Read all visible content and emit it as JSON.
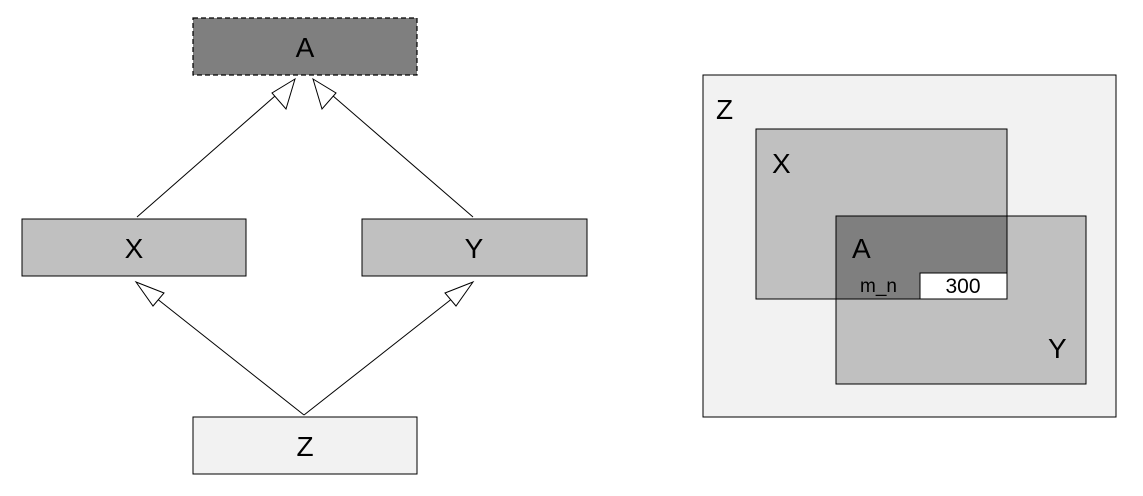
{
  "inheritance_diagram": {
    "classes": [
      {
        "id": "A",
        "label": "A",
        "fill": "#7f7f7f",
        "border": "dashed"
      },
      {
        "id": "X",
        "label": "X",
        "fill": "#c0c0c0",
        "border": "solid"
      },
      {
        "id": "Y",
        "label": "Y",
        "fill": "#c0c0c0",
        "border": "solid"
      },
      {
        "id": "Z",
        "label": "Z",
        "fill": "#f2f2f2",
        "border": "solid"
      }
    ],
    "edges": [
      {
        "from": "X",
        "to": "A",
        "arrow": "hollow-triangle"
      },
      {
        "from": "Y",
        "to": "A",
        "arrow": "hollow-triangle"
      },
      {
        "from": "Z",
        "to": "X",
        "arrow": "hollow-triangle"
      },
      {
        "from": "Z",
        "to": "Y",
        "arrow": "hollow-triangle"
      }
    ]
  },
  "layout_diagram": {
    "outer_label": "Z",
    "x_label": "X",
    "a_label": "A",
    "y_label": "Y",
    "field_name": "m_n",
    "field_value": "300",
    "colors": {
      "outer": "#f2f2f2",
      "middle": "#c0c0c0",
      "overlap": "#7f7f7f",
      "field": "#ffffff"
    }
  }
}
